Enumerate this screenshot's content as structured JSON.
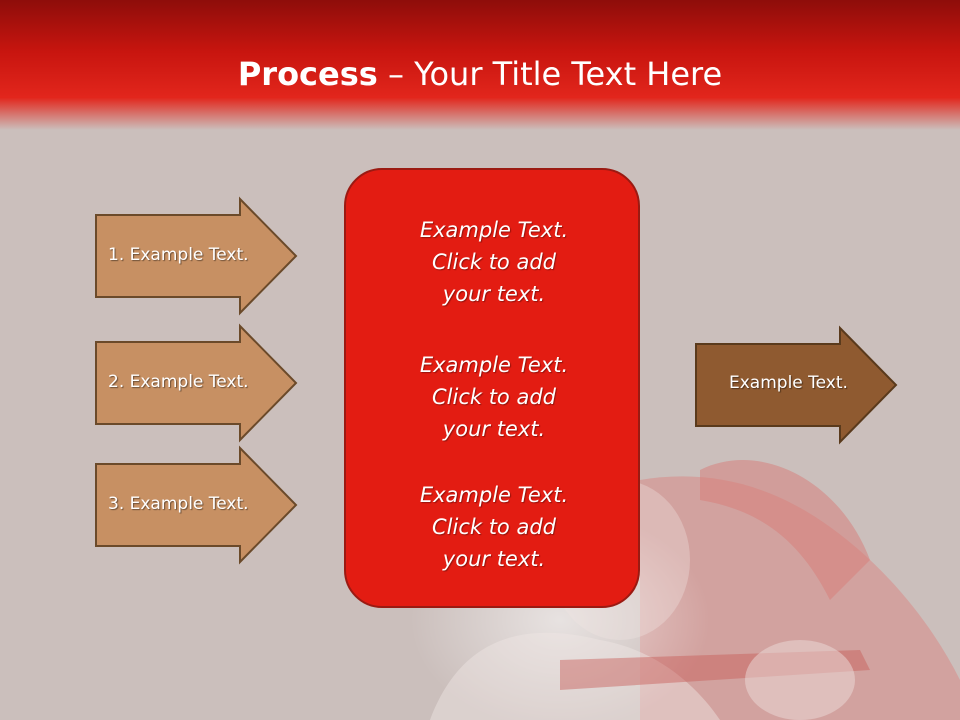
{
  "slide": {
    "title_bold": "Process",
    "title_rest": " – Your Title Text Here"
  },
  "left_steps": [
    {
      "label": "1. Example Text."
    },
    {
      "label": "2. Example Text."
    },
    {
      "label": "3. Example Text."
    }
  ],
  "center_blocks": [
    {
      "line1": "Example Text.",
      "line2": "Click  to add",
      "line3": "your text."
    },
    {
      "line1": "Example Text.",
      "line2": "Click  to add",
      "line3": "your text."
    },
    {
      "line1": "Example Text.",
      "line2": "Click  to add",
      "line3": "your text."
    }
  ],
  "output_arrow": {
    "label": "Example Text."
  },
  "colors": {
    "header_red": "#e2261c",
    "box_red": "#e31c12",
    "step_arrow_fill": "#c79063",
    "output_arrow_fill": "#8f5a30",
    "arrow_border": "#6b4a2a",
    "background": "#cbbfbc"
  }
}
